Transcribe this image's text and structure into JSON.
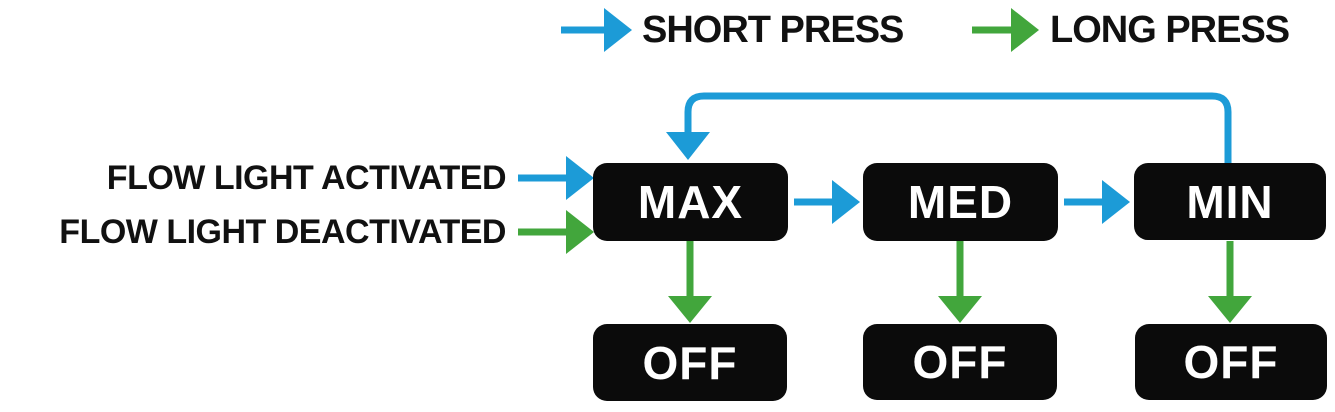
{
  "diagram": {
    "title_implicit": "flow light press state diagram",
    "colors": {
      "short_press": "#1C9BD7",
      "long_press": "#42A63C",
      "node_background": "#0B0B0B",
      "node_text": "#FFFFFF",
      "label_text": "#111111",
      "page_background": "#FFFFFF"
    },
    "legend": [
      {
        "label": "SHORT PRESS",
        "press": "short",
        "arrow_color": "#1C9BD7"
      },
      {
        "label": "LONG PRESS",
        "press": "long",
        "arrow_color": "#42A63C"
      }
    ],
    "side_labels": [
      {
        "label": "FLOW LIGHT ACTIVATED",
        "press": "short",
        "target": "MAX"
      },
      {
        "label": "FLOW LIGHT DEACTIVATED",
        "press": "long",
        "target": "MAX"
      }
    ],
    "nodes": {
      "max": "MAX",
      "med": "MED",
      "min": "MIN",
      "off_max": "OFF",
      "off_med": "OFF",
      "off_min": "OFF"
    },
    "edges": [
      {
        "from": "FLOW LIGHT ACTIVATED",
        "to": "MAX",
        "press": "short"
      },
      {
        "from": "FLOW LIGHT DEACTIVATED",
        "to": "MAX",
        "press": "long"
      },
      {
        "from": "MAX",
        "to": "MED",
        "press": "short"
      },
      {
        "from": "MED",
        "to": "MIN",
        "press": "short"
      },
      {
        "from": "MIN",
        "to": "MAX",
        "press": "short"
      },
      {
        "from": "MAX",
        "to": "OFF",
        "press": "long"
      },
      {
        "from": "MED",
        "to": "OFF",
        "press": "long"
      },
      {
        "from": "MIN",
        "to": "OFF",
        "press": "long"
      }
    ]
  }
}
